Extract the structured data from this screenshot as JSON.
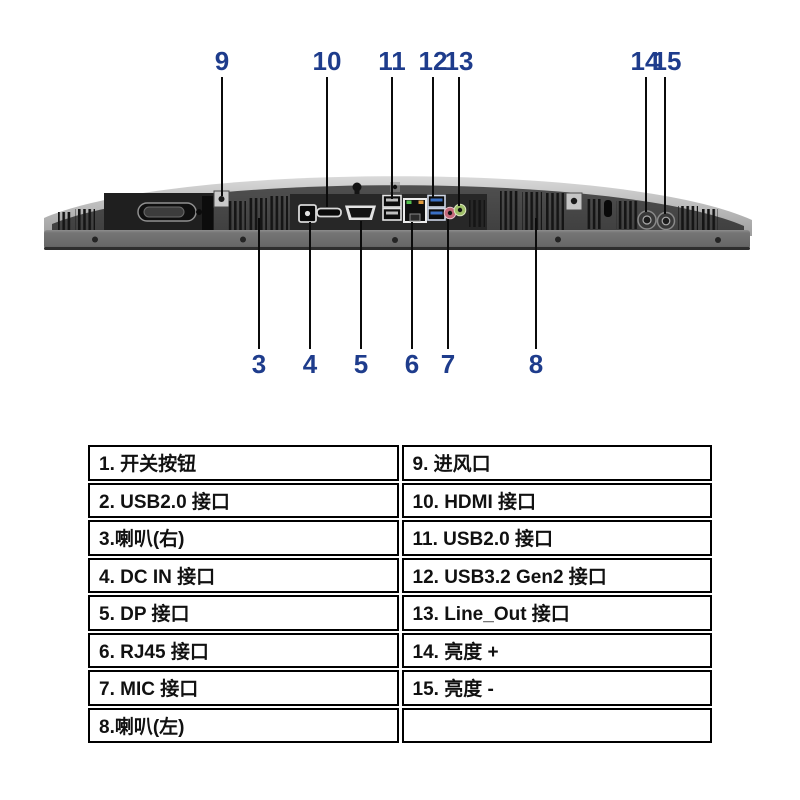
{
  "figure": {
    "top_callouts": [
      {
        "label": "9"
      },
      {
        "label": "10"
      },
      {
        "label": "11"
      },
      {
        "label": "12"
      },
      {
        "label": "13"
      },
      {
        "label": "14"
      },
      {
        "label": "15"
      }
    ],
    "bottom_callouts": [
      {
        "label": "3"
      },
      {
        "label": "4"
      },
      {
        "label": "5"
      },
      {
        "label": "6"
      },
      {
        "label": "7"
      },
      {
        "label": "8"
      }
    ]
  },
  "legend_table": {
    "rows": [
      {
        "left": "1. 开关按钮",
        "right": "9. 进风口"
      },
      {
        "left": "2. USB2.0 接口",
        "right": "10. HDMI 接口"
      },
      {
        "left": "3.喇叭(右)",
        "right": "11. USB2.0 接口"
      },
      {
        "left": "4. DC IN 接口",
        "right": "12. USB3.2 Gen2 接口"
      },
      {
        "left": "5. DP 接口",
        "right": "13. Line_Out 接口"
      },
      {
        "left": "6. RJ45 接口",
        "right": "14. 亮度 +"
      },
      {
        "left": "7. MIC 接口",
        "right": "15. 亮度 -"
      },
      {
        "left": "8.喇叭(左)",
        "right": ""
      }
    ]
  },
  "colors": {
    "callout_number": "#1e3c8c",
    "table_text": "#111111",
    "table_border": "#000000",
    "usb3_blue": "#3a6fc4",
    "mic_pink": "#c4687a",
    "lineout_green": "#9fbf69",
    "led_green": "#53c24e",
    "led_orange": "#e09a3c"
  }
}
